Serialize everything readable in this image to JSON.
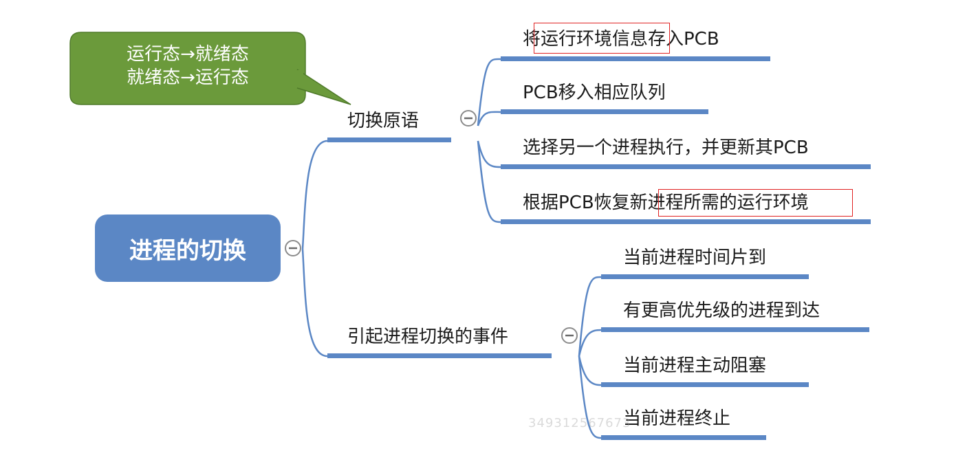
{
  "root": {
    "label": "进程的切换"
  },
  "callout": {
    "lines": [
      "运行态→就绪态",
      "就绪态→运行态"
    ]
  },
  "branches": [
    {
      "label": "切换原语",
      "children": [
        "将运行环境信息存入PCB",
        "PCB移入相应队列",
        "选择另一个进程执行，并更新其PCB",
        "根据PCB恢复新进程所需的运行环境"
      ]
    },
    {
      "label": "引起进程切换的事件",
      "children": [
        "当前进程时间片到",
        "有更高优先级的进程到达",
        "当前进程主动阻塞",
        "当前进程终止"
      ]
    }
  ],
  "watermark": "349312567673",
  "colors": {
    "root_fill": "#5b87c5",
    "branch_line": "#5b87c5",
    "callout_fill": "#6b9a3b",
    "highlight_box": "#e02020"
  },
  "icons": {
    "collapse": "collapse-minus-icon"
  }
}
